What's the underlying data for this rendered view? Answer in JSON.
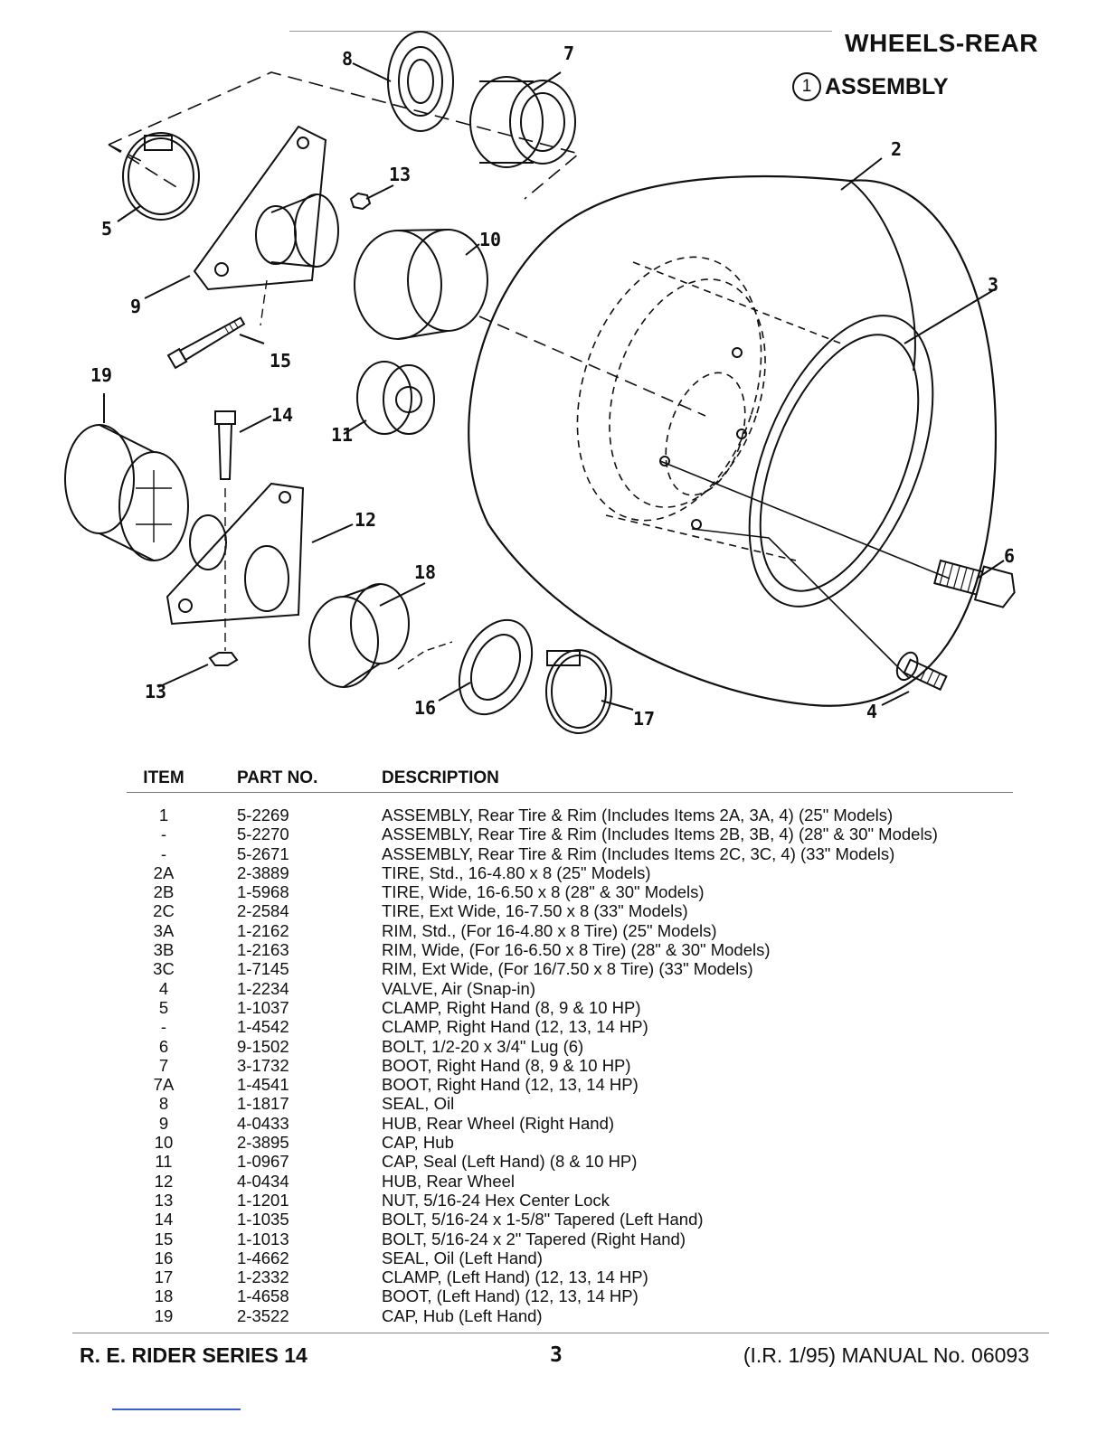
{
  "header": {
    "title": "WHEELS-REAR",
    "assembly_number": "1",
    "assembly_label": "ASSEMBLY"
  },
  "diagram": {
    "callouts": [
      "8",
      "7",
      "2",
      "13",
      "5",
      "10",
      "3",
      "9",
      "15",
      "19",
      "14",
      "11",
      "12",
      "18",
      "6",
      "13",
      "16",
      "17",
      "4"
    ]
  },
  "table": {
    "headers": {
      "item": "ITEM",
      "part": "PART NO.",
      "desc": "DESCRIPTION"
    },
    "rows": [
      {
        "item": "1",
        "part": "5-2269",
        "desc": "ASSEMBLY, Rear Tire & Rim (Includes Items 2A, 3A, 4) (25\" Models)"
      },
      {
        "item": "-",
        "part": "5-2270",
        "desc": "ASSEMBLY, Rear Tire & Rim (Includes Items 2B, 3B, 4) (28\" & 30\" Models)"
      },
      {
        "item": "-",
        "part": "5-2671",
        "desc": "ASSEMBLY, Rear Tire & Rim (Includes Items 2C, 3C, 4) (33\" Models)"
      },
      {
        "item": "2A",
        "part": "2-3889",
        "desc": "TIRE, Std., 16-4.80 x 8 (25\" Models)"
      },
      {
        "item": "2B",
        "part": "1-5968",
        "desc": "TIRE, Wide, 16-6.50 x 8 (28\" & 30\" Models)"
      },
      {
        "item": "2C",
        "part": "2-2584",
        "desc": "TIRE, Ext Wide, 16-7.50 x 8 (33\" Models)"
      },
      {
        "item": "3A",
        "part": "1-2162",
        "desc": "RIM, Std., (For 16-4.80 x 8 Tire) (25\" Models)"
      },
      {
        "item": "3B",
        "part": "1-2163",
        "desc": "RIM, Wide, (For 16-6.50 x 8 Tire) (28\" & 30\" Models)"
      },
      {
        "item": "3C",
        "part": "1-7145",
        "desc": "RIM, Ext Wide, (For 16/7.50 x 8 Tire) (33\" Models)"
      },
      {
        "item": "4",
        "part": "1-2234",
        "desc": "VALVE, Air (Snap-in)"
      },
      {
        "item": "5",
        "part": "1-1037",
        "desc": "CLAMP, Right Hand (8, 9 & 10 HP)"
      },
      {
        "item": "-",
        "part": "1-4542",
        "desc": "CLAMP, Right Hand (12, 13, 14 HP)"
      },
      {
        "item": "6",
        "part": "9-1502",
        "desc": "BOLT, 1/2-20 x 3/4\" Lug (6)"
      },
      {
        "item": "7",
        "part": "3-1732",
        "desc": "BOOT, Right Hand (8, 9 & 10 HP)"
      },
      {
        "item": "7A",
        "part": "1-4541",
        "desc": "BOOT, Right Hand (12, 13, 14 HP)"
      },
      {
        "item": "8",
        "part": "1-1817",
        "desc": "SEAL, Oil"
      },
      {
        "item": "9",
        "part": "4-0433",
        "desc": "HUB, Rear Wheel (Right Hand)"
      },
      {
        "item": "10",
        "part": "2-3895",
        "desc": "CAP, Hub"
      },
      {
        "item": "11",
        "part": "1-0967",
        "desc": "CAP, Seal (Left Hand) (8 & 10 HP)"
      },
      {
        "item": "12",
        "part": "4-0434",
        "desc": "HUB, Rear Wheel"
      },
      {
        "item": "13",
        "part": "1-1201",
        "desc": "NUT, 5/16-24 Hex Center Lock"
      },
      {
        "item": "14",
        "part": "1-1035",
        "desc": "BOLT, 5/16-24 x 1-5/8\" Tapered (Left Hand)"
      },
      {
        "item": "15",
        "part": "1-1013",
        "desc": "BOLT, 5/16-24 x 2\" Tapered (Right Hand)"
      },
      {
        "item": "16",
        "part": "1-4662",
        "desc": "SEAL, Oil (Left Hand)"
      },
      {
        "item": "17",
        "part": "1-2332",
        "desc": "CLAMP, (Left Hand) (12, 13, 14 HP)"
      },
      {
        "item": "18",
        "part": "1-4658",
        "desc": "BOOT, (Left Hand) (12, 13, 14 HP)"
      },
      {
        "item": "19",
        "part": "2-3522",
        "desc": "CAP, Hub (Left Hand)"
      }
    ]
  },
  "footer": {
    "left": "R. E. RIDER SERIES 14",
    "center": "3",
    "right": "(I.R. 1/95)  MANUAL No. 06093"
  }
}
